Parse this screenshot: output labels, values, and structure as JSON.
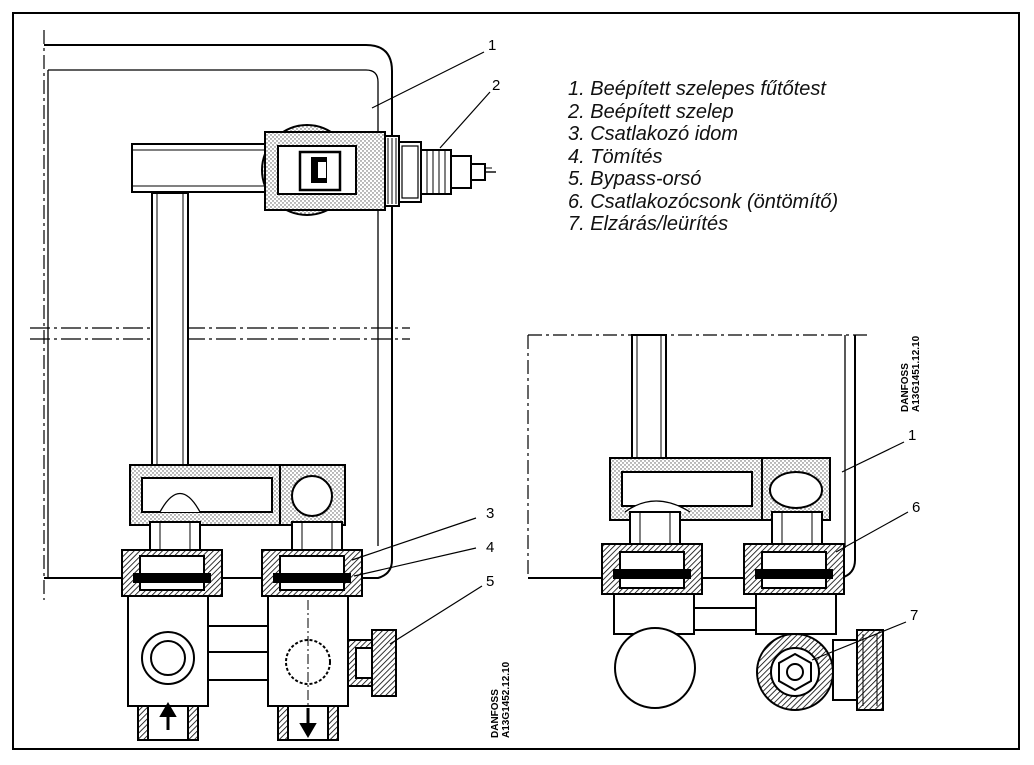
{
  "legend": [
    "1. Beépített szelepes fűtőtest",
    "2. Beépített szelep",
    "3. Csatlakozó idom",
    "4. Tömítés",
    "5. Bypass-orsó",
    "6. Csatlakozócsonk (öntömítő)",
    "7. Elzárás/leürítés"
  ],
  "left_drawing": {
    "callouts": [
      "1",
      "2",
      "3",
      "4",
      "5"
    ],
    "code_line1": "DANFOSS",
    "code_line2": "A13G1452.12.10"
  },
  "right_drawing": {
    "callouts": [
      "1",
      "6",
      "7"
    ],
    "code_line1": "DANFOSS",
    "code_line2": "A13G1451.12.10"
  }
}
